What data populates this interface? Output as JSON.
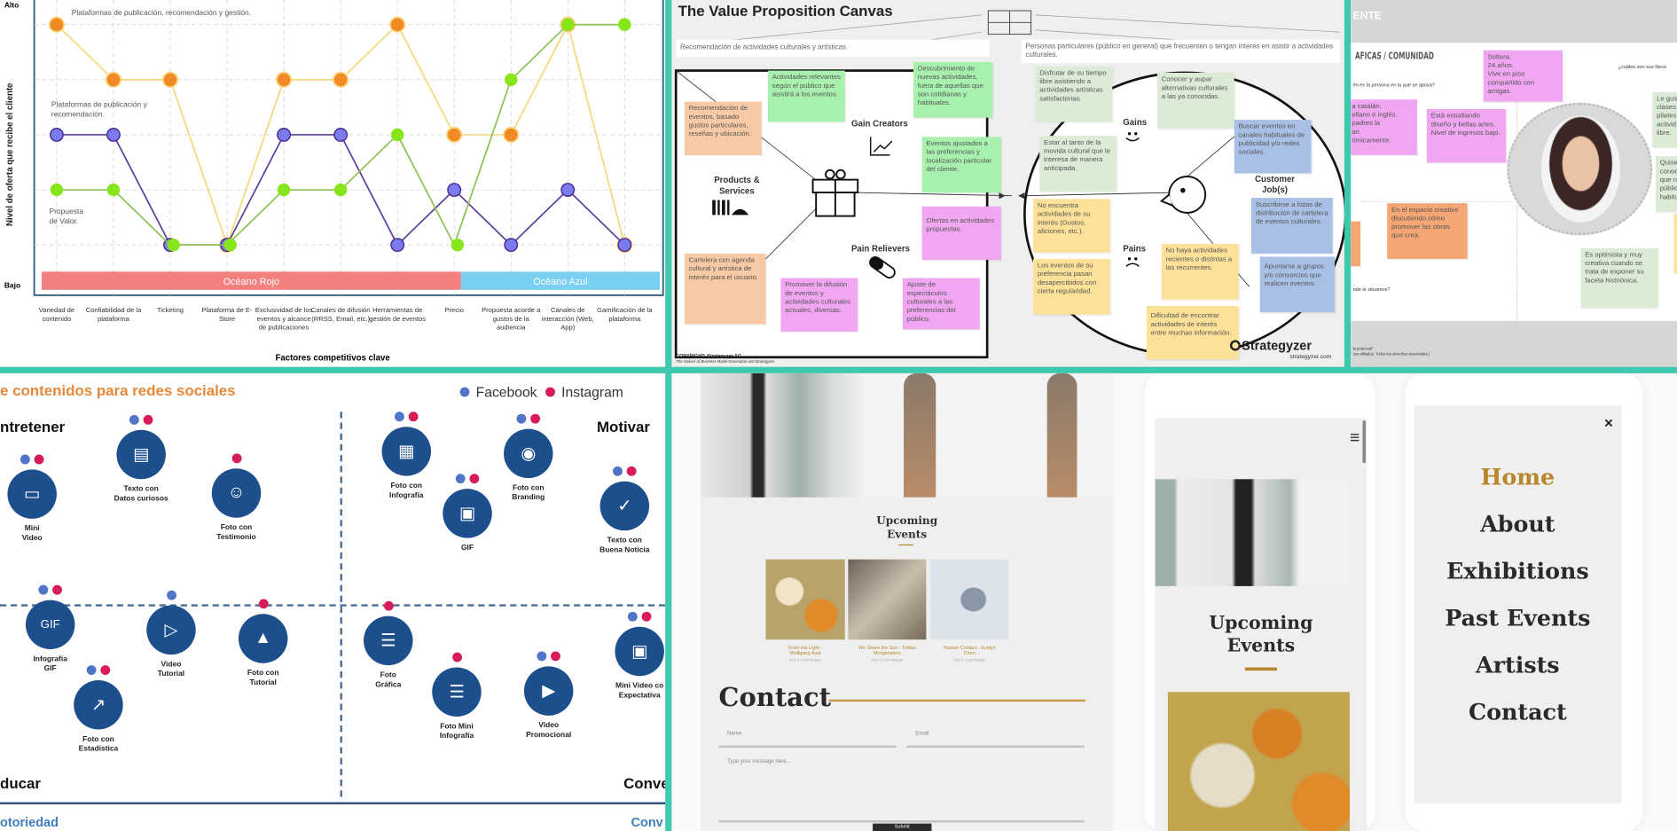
{
  "chart_data": {
    "type": "line",
    "xlabel": "Factores competitivos clave",
    "ylabel": "Nivel de oferta que recibe el cliente",
    "y_tick_labels": {
      "top": "Alto",
      "bottom": "Bajo"
    },
    "ylim": [
      1,
      5
    ],
    "grid": true,
    "categories": [
      "Variedad de contenido",
      "Confiabilidad de la plataforma",
      "Ticketing",
      "Plataforma de E-Store",
      "Exclusividad de los eventos y alcance de publicaciones",
      "Canales de difusión (RRSS, Email, etc.)",
      "Herramientas de gestión de eventos",
      "Precio",
      "Propuesta acorde a gustos de la audiencia",
      "Canales de interacción (Web, App)",
      "Gamificación de la plataforma"
    ],
    "series": [
      {
        "name": "Plataformas de publicación, recomendación y gestión.",
        "color": "#f08a24",
        "line": "#f5d77a",
        "values": [
          5,
          4,
          4,
          1,
          4,
          4,
          5,
          3,
          3,
          5,
          1
        ]
      },
      {
        "name": "Plataformas de publicación y recomendación.",
        "color": "#7b7bf0",
        "line": "#5c3c9c",
        "values": [
          3,
          3,
          1,
          1,
          3,
          3,
          1,
          2,
          1,
          2,
          1
        ]
      },
      {
        "name": "Propuesta de Valor.",
        "color": "#86e61a",
        "line": "#8cc152",
        "values": [
          2,
          2,
          1,
          1,
          2,
          2,
          3,
          1,
          4,
          5,
          5
        ]
      }
    ],
    "bands": [
      {
        "label": "Océano Rojo",
        "from": 0,
        "to": 7,
        "color": "#f47f7f"
      },
      {
        "label": "Océano Azul",
        "from": 7,
        "to": 10,
        "color": "#79d0f0"
      }
    ]
  },
  "vpc": {
    "title": "The Value Proposition Canvas",
    "value_prop_desc": "Recomendación de actividades culturales y artísticas.",
    "segment_desc": "Personas particulares (público en general) que frecuenten o tengan interés en asistir a actividades culturales.",
    "labels": {
      "gain_creators": "Gain Creators",
      "products": "Products & Services",
      "pain_relievers": "Pain Relievers",
      "gains": "Gains",
      "pains": "Pains",
      "jobs": "Customer Job(s)"
    },
    "products": [
      "Recomendación de eventos, basado gustos particulares, reseñas y ubicación.",
      "Cartelera con agenda cultural y artística de interés para el usuario."
    ],
    "gain_creators": [
      "Actividades relevantes según el publico que asistirá a los eventos.",
      "Descubrimiento de nuevas actividades, fuera de aquellas que son cotidianas y habituales.",
      "Eventos ajustados a las preferencias y localización particular del cliente."
    ],
    "pain_relievers": [
      "Ofertas en actividades propuestas.",
      "Promover la difusión de eventos y actividades culturales actuales, diversas.",
      "Ajuste de espectáculos culturales a las preferencias del público."
    ],
    "gains": [
      "Disfrutar de su tiempo libre asistiendo a actividades artísticas satisfactorias.",
      "Conocer y aupar alternativas culturales a las ya conocidas.",
      "Estar al tanto de la movida cultural que le interesa de manera anticipada."
    ],
    "pains": [
      "No encuentra actividades de su interés (Gustos, aficiones, etc.).",
      "Los eventos de su preferencia pasan desapercibidos con cierta regularidad.",
      "No haya actividades recientes o distintas a las recurrentes.",
      "Dificultad de encontrar actividades de interés entre muchas información."
    ],
    "jobs": [
      "Buscar eventos en canales habituales de publicidad y/o redes sociales.",
      "Suscribirse a listas de distribución de cartelera de eventos culturales.",
      "Apuntarse a grupos y/o consorcios que realicen eventos."
    ],
    "copyright": "COPYRIGHT: Strategyzer AG",
    "copyright_sub": "The makers of Business Model Generation and Strategyzer",
    "brand": "Strategyzer",
    "brand_url": "strategyzer.com"
  },
  "persona": {
    "header": "ENTE",
    "section": "AFICAS / COMUNIDAD",
    "q_support": "én es la persona en la que se apoya?",
    "q_where": "nde le situamos?",
    "q_needs": "¿cuáles son sus Nece",
    "notes": {
      "single": "Soltera.\n24 años.\nVive en piso compartido con amigas.",
      "languages": "a catalán,\nellano e inglés.\npadres la\nan\nómicamente.",
      "studies": "Está estudiando diseño y bellas artes.\nNivel de ingresos bajo.",
      "space": "En el espacio creativo discutiendo cómo promover las obras que crea.",
      "likes": "Le gus\nclases\npilates\nactivid\nlibre.",
      "wish": "Quisie\nconoc\nque n\npúblic\nhabitu",
      "optimist": "Es optimista y muy creativa cuando se trata de exponer su faceta histriónica."
    },
    "footer1": "la potencial\"",
    "footer2": "sus afiliados. Todos los derechos reservados.)"
  },
  "social": {
    "title": "e contenidos para redes sociales",
    "legend": {
      "facebook": "Facebook",
      "instagram": "Instagram"
    },
    "colors": {
      "facebook": "#4f74c8",
      "instagram": "#d81b5a",
      "icon": "#1d4f8c"
    },
    "quadrants": {
      "tl": "ntretener",
      "tr": "Motivar",
      "bl": "ducar",
      "br": "Conver"
    },
    "footer_left": "otoriedad",
    "footer_right": "Conv",
    "items": [
      {
        "label": "Mini\nVideo",
        "icon": "camcorder-icon",
        "fb": true,
        "ig": true
      },
      {
        "label": "Texto con\nDatos curiosos",
        "icon": "document-icon",
        "fb": true,
        "ig": true
      },
      {
        "label": "Foto con\nTestimonio",
        "icon": "user-photo-icon",
        "fb": false,
        "ig": true
      },
      {
        "label": "Foto con\nInfografía",
        "icon": "puzzle-icon",
        "fb": true,
        "ig": true
      },
      {
        "label": "Foto con\nBranding",
        "icon": "camera-icon",
        "fb": true,
        "ig": true
      },
      {
        "label": "GIF",
        "icon": "portrait-icon",
        "fb": true,
        "ig": true
      },
      {
        "label": "Texto con\nBuena Noticia",
        "icon": "doc-check-icon",
        "fb": true,
        "ig": true
      },
      {
        "label": "Infografía\nGIF",
        "icon": "tablet-gif-icon",
        "fb": true,
        "ig": true
      },
      {
        "label": "Video\nTutorial",
        "icon": "play-icon",
        "fb": true,
        "ig": false
      },
      {
        "label": "Foto con\nTutorial",
        "icon": "image-file-icon",
        "fb": false,
        "ig": true
      },
      {
        "label": "Foto con\nEstadística",
        "icon": "line-chart-icon",
        "fb": true,
        "ig": true
      },
      {
        "label": "Foto\nGráfica",
        "icon": "flow-icon",
        "fb": false,
        "ig": true
      },
      {
        "label": "Foto Mini\nInfografía",
        "icon": "flow-icon",
        "fb": false,
        "ig": true
      },
      {
        "label": "Video\nPromocional",
        "icon": "video-screen-icon",
        "fb": true,
        "ig": true
      },
      {
        "label": "Mini Video co\nExpectativa",
        "icon": "audience-icon",
        "fb": true,
        "ig": true
      }
    ]
  },
  "web": {
    "desktop": {
      "events_title": "Upcoming\nEvents",
      "events": [
        {
          "title": "From the Light -\nWolfgang Aust",
          "meta": "Nov 5 | Vernissage"
        },
        {
          "title": "We Share the Sun - Tobias\nMorgenstern",
          "meta": "Nov 5 | Vernissage"
        },
        {
          "title": "Human Contact - Evelyn\nChen",
          "meta": "Nov 5 | Vernissage"
        }
      ],
      "contact_title": "Contact",
      "name_placeholder": "Name",
      "email_placeholder": "Email",
      "message_placeholder": "Type your message here...",
      "submit": "Submit"
    },
    "mobile": {
      "events_title": "Upcoming\nEvents",
      "menu": [
        "Home",
        "About",
        "Exhibitions",
        "Past Events",
        "Artists",
        "Contact"
      ],
      "accent": "#b8862c"
    }
  }
}
